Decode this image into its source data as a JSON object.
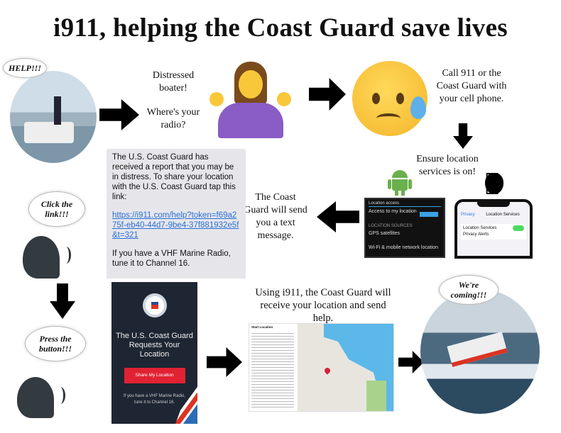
{
  "title": "i911, helping the Coast Guard save lives",
  "bubbles": {
    "help": "HELP!!!",
    "click": "Click the link!!!",
    "press": "Press the button!!!",
    "coming": "We're coming!!!"
  },
  "captions": {
    "distressed": "Distressed boater!",
    "radio": "Where's your radio?",
    "call": "Call 911 or the Coast Guard with your cell phone.",
    "ensure": "Ensure location services is on!",
    "text_msg": "The Coast Guard will send you a text message.",
    "using": "Using i911, the Coast Guard will receive your location and send help."
  },
  "sms": {
    "body": "The U.S. Coast Guard has received a report that you may be in distress. To share your location with the U.S. Coast Guard tap this link:",
    "link": "https://i911.com/help?token=f69a275f-eb40-44d7-9be4-37f881932e5f&t=321",
    "footer": "If you have a VHF Marine Radio, tune it to Channel 16."
  },
  "request_screen": {
    "heading": "The U.S. Coast Guard Requests Your Location",
    "button": "Share My Location",
    "footer": "If you have a VHF Marine Radio, tune it to Channel 16."
  },
  "android": {
    "header": "Location access",
    "item1": "Access to my location",
    "section": "LOCATION SOURCES",
    "item2": "GPS satellites",
    "item3": "Wi-Fi & mobile network location"
  },
  "ios": {
    "back": "Privacy",
    "title": "Location Services",
    "row1": "Location Services",
    "row2": "Privacy Alerts"
  },
  "map": {
    "panel_title": "Start Location"
  },
  "colors": {
    "sms_bg": "#e6e6ea",
    "dark_screen": "#1e2633",
    "share_button": "#e02233",
    "water": "#5bb8e8",
    "land": "#e8e5df",
    "park": "#a9d38d",
    "pin": "#d6203a"
  }
}
